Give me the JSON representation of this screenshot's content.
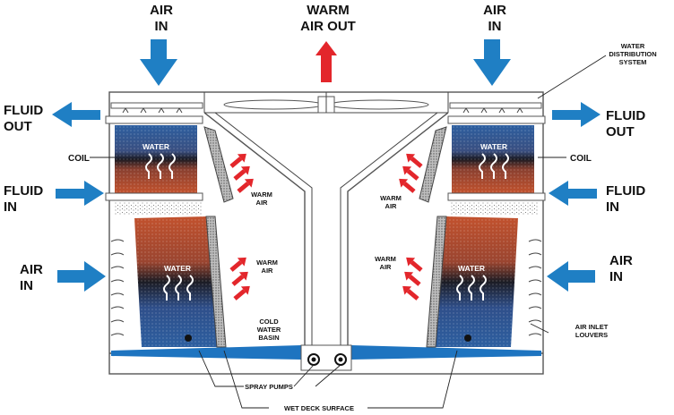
{
  "labels": {
    "air_in_top_left": [
      "AIR",
      "IN"
    ],
    "air_in_top_right": [
      "AIR",
      "IN"
    ],
    "warm_air_out": [
      "WARM",
      "AIR OUT"
    ],
    "water_distribution_system": [
      "WATER",
      "DISTRIBUTION",
      "SYSTEM"
    ],
    "fluid_out_left": [
      "FLUID",
      "OUT"
    ],
    "fluid_out_right": [
      "FLUID",
      "OUT"
    ],
    "fluid_in_left": [
      "FLUID",
      "IN"
    ],
    "fluid_in_right": [
      "FLUID",
      "IN"
    ],
    "air_in_side_left": [
      "AIR",
      "IN"
    ],
    "air_in_side_right": [
      "AIR",
      "IN"
    ],
    "coil_left": "COIL",
    "coil_right": "COIL",
    "water": "WATER",
    "warm_air": [
      "WARM",
      "AIR"
    ],
    "cold_water_basin": [
      "COLD",
      "WATER",
      "BASIN"
    ],
    "air_inlet_louvers": [
      "AIR INLET",
      "LOUVERS"
    ],
    "spray_pumps": "SPRAY PUMPS",
    "wet_deck_surface": "WET DECK SURFACE"
  },
  "colors": {
    "arrow_blue": "#1f7fc4",
    "arrow_red": "#e3262b",
    "hot_orange": "#c2522e",
    "cold_blue": "#2d5fa0",
    "basin_blue": "#1e74c0"
  }
}
